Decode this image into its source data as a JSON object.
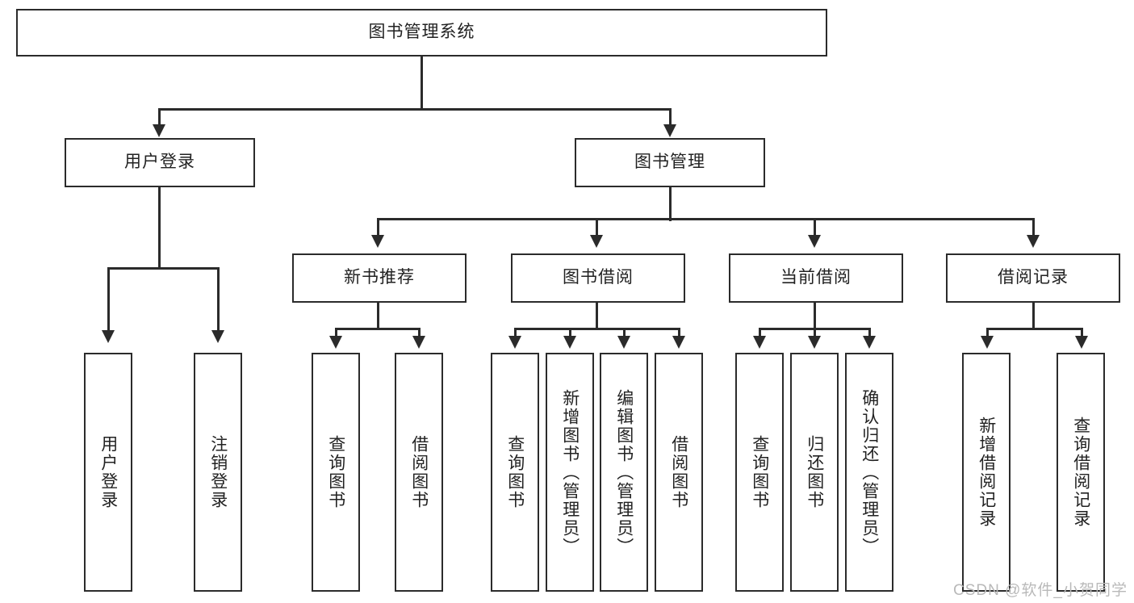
{
  "diagram": {
    "type": "hierarchy-tree",
    "title": "图书管理系统",
    "root": {
      "id": "root",
      "label": "图书管理系统"
    },
    "level2": [
      {
        "id": "user-login",
        "label": "用户登录"
      },
      {
        "id": "book-manage",
        "label": "图书管理"
      }
    ],
    "level3": [
      {
        "id": "new-book-rec",
        "label": "新书推荐",
        "parent": "book-manage"
      },
      {
        "id": "book-borrow",
        "label": "图书借阅",
        "parent": "book-manage"
      },
      {
        "id": "current-borrow",
        "label": "当前借阅",
        "parent": "book-manage"
      },
      {
        "id": "borrow-record",
        "label": "借阅记录",
        "parent": "book-manage"
      }
    ],
    "leaves": [
      {
        "id": "leaf-user-login",
        "label": "用户登录",
        "parent": "user-login"
      },
      {
        "id": "leaf-logout",
        "label": "注销登录",
        "parent": "user-login"
      },
      {
        "id": "leaf-query-book-1",
        "label": "查询图书",
        "parent": "new-book-rec"
      },
      {
        "id": "leaf-borrow-book-1",
        "label": "借阅图书",
        "parent": "new-book-rec"
      },
      {
        "id": "leaf-query-book-2",
        "label": "查询图书",
        "parent": "book-borrow"
      },
      {
        "id": "leaf-add-book",
        "label": "新增图书（管理员）",
        "parent": "book-borrow"
      },
      {
        "id": "leaf-edit-book",
        "label": "编辑图书（管理员）",
        "parent": "book-borrow"
      },
      {
        "id": "leaf-borrow-book-2",
        "label": "借阅图书",
        "parent": "book-borrow"
      },
      {
        "id": "leaf-query-book-3",
        "label": "查询图书",
        "parent": "current-borrow"
      },
      {
        "id": "leaf-return-book",
        "label": "归还图书",
        "parent": "current-borrow"
      },
      {
        "id": "leaf-confirm-return",
        "label": "确认归还（管理员）",
        "parent": "current-borrow"
      },
      {
        "id": "leaf-add-record",
        "label": "新增借阅记录",
        "parent": "borrow-record"
      },
      {
        "id": "leaf-query-record",
        "label": "查询借阅记录",
        "parent": "borrow-record"
      }
    ],
    "colors": {
      "stroke": "#2b2b2b",
      "fill": "#ffffff",
      "text": "#222222",
      "watermark": "#b9b9b9"
    }
  },
  "watermark": {
    "text": "CSDN @软件_小贺同学"
  }
}
